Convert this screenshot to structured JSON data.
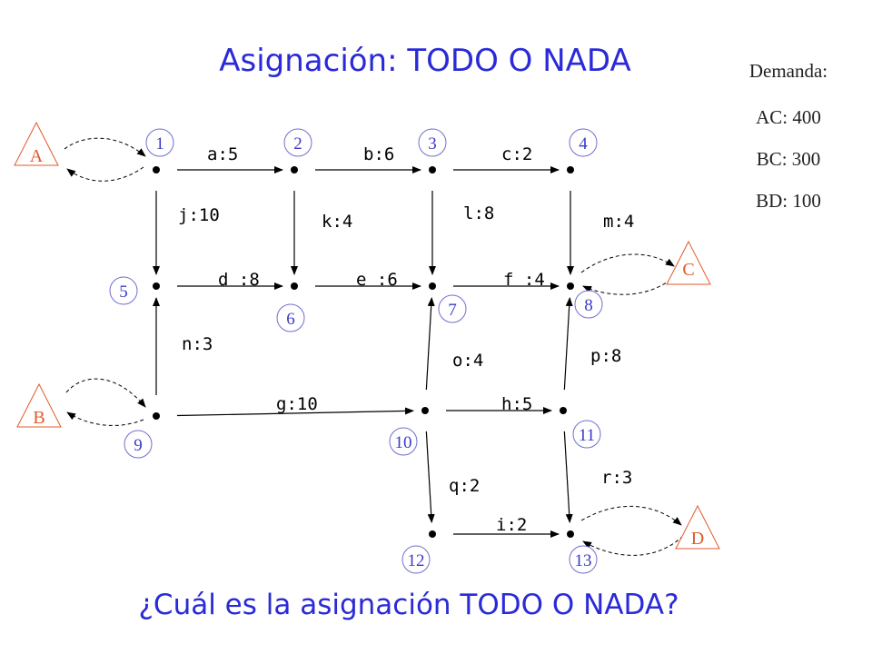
{
  "title": "Asignación:  TODO O NADA",
  "question": "¿Cuál es la asignación TODO O NADA?",
  "demand": {
    "heading": "Demanda:",
    "items": [
      "AC: 400",
      "BC: 300",
      "BD: 100"
    ]
  },
  "colors": {
    "title": "#2a2ad8",
    "node_circle": "#6f6fd0",
    "node_number": "#3a3ac8",
    "zone": "#e05a2a",
    "edge": "#000000"
  },
  "nodes": [
    "1",
    "2",
    "3",
    "4",
    "5",
    "6",
    "7",
    "8",
    "9",
    "10",
    "11",
    "12",
    "13"
  ],
  "edges": [
    {
      "label": "a:5",
      "from": "1",
      "to": "2"
    },
    {
      "label": "b:6",
      "from": "2",
      "to": "3"
    },
    {
      "label": "c:2",
      "from": "3",
      "to": "4"
    },
    {
      "label": "j:10",
      "from": "1",
      "to": "5"
    },
    {
      "label": "k:4",
      "from": "2",
      "to": "6"
    },
    {
      "label": "l:8",
      "from": "3",
      "to": "7"
    },
    {
      "label": "m:4",
      "from": "4",
      "to": "8"
    },
    {
      "label": "d :8",
      "from": "5",
      "to": "6"
    },
    {
      "label": "e :6",
      "from": "6",
      "to": "7"
    },
    {
      "label": "f :4",
      "from": "7",
      "to": "8"
    },
    {
      "label": "n:3",
      "from": "9",
      "to": "5"
    },
    {
      "label": "o:4",
      "from": "10",
      "to": "7"
    },
    {
      "label": "p:8",
      "from": "11",
      "to": "8"
    },
    {
      "label": "g:10",
      "from": "9",
      "to": "10"
    },
    {
      "label": "h:5",
      "from": "10",
      "to": "11"
    },
    {
      "label": "q:2",
      "from": "10",
      "to": "12"
    },
    {
      "label": "r:3",
      "from": "11",
      "to": "13"
    },
    {
      "label": "i:2",
      "from": "12",
      "to": "13"
    }
  ],
  "zones": [
    {
      "label": "A",
      "node": "1"
    },
    {
      "label": "B",
      "node": "9"
    },
    {
      "label": "C",
      "node": "8"
    },
    {
      "label": "D",
      "node": "13"
    }
  ]
}
